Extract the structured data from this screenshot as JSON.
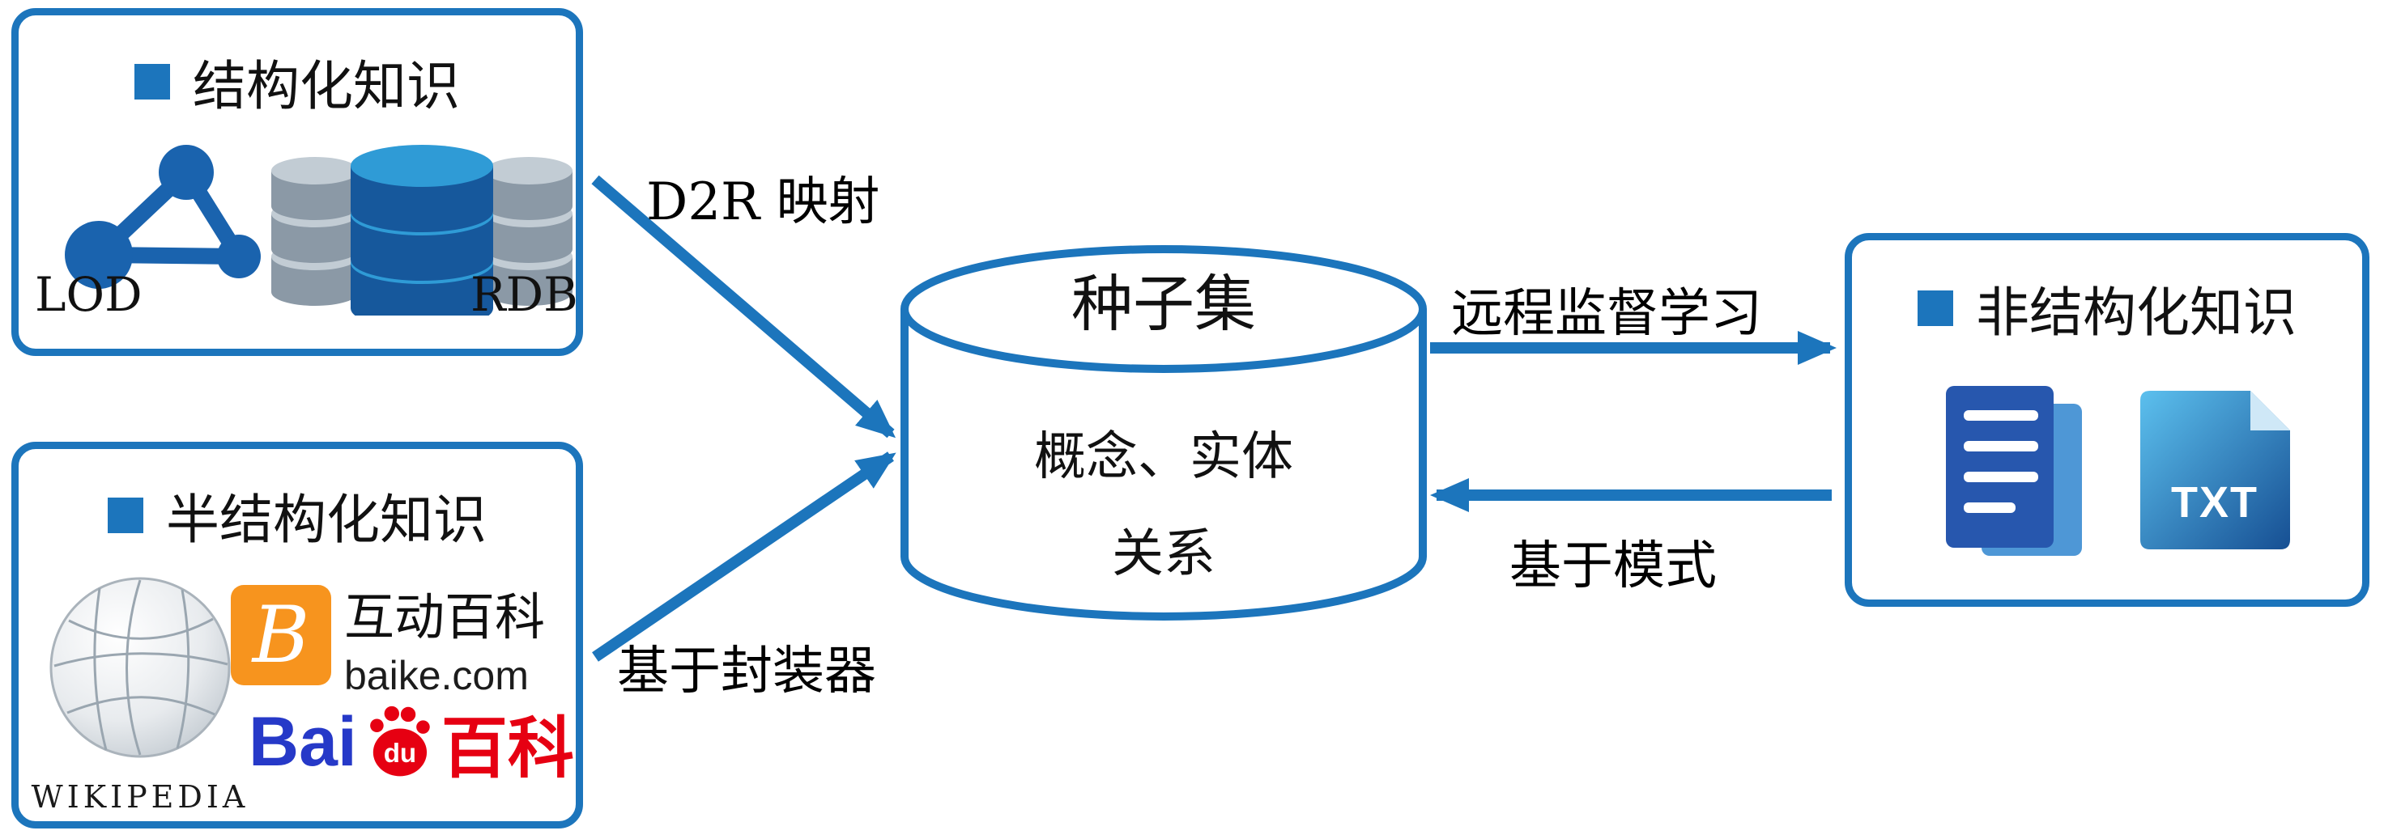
{
  "figure": {
    "structured_box": {
      "title": "结构化知识",
      "lod_label": "LOD",
      "rdb_label": "RDB"
    },
    "semi_structured_box": {
      "title": "半结构化知识",
      "hudong_name": "互动百科",
      "hudong_domain": "baike.com",
      "hudong_logo_letter": "B",
      "baidu_bai": "Bai",
      "baidu_du": "du",
      "baidu_baike": "百科",
      "wikipedia_wordmark": "WIKIPEDIA"
    },
    "unstructured_box": {
      "title": "非结构化知识",
      "txt_label": "TXT"
    },
    "seed_set": {
      "title": "种子集",
      "content_line1": "概念、实体",
      "content_line2": "关系"
    },
    "edge_labels": {
      "d2r": "D2R 映射",
      "wrapper": "基于封装器",
      "distant_supervision": "远程监督学习",
      "pattern_based": "基于模式"
    }
  },
  "colors": {
    "primary_blue": "#1c75bc",
    "lod_blue": "#1a63ae",
    "db_gray": "#8b99a6",
    "doc_blue": "#2757ae",
    "hudong_orange": "#f7941e",
    "baidu_blue": "#2639c8",
    "baidu_red": "#e60012"
  }
}
